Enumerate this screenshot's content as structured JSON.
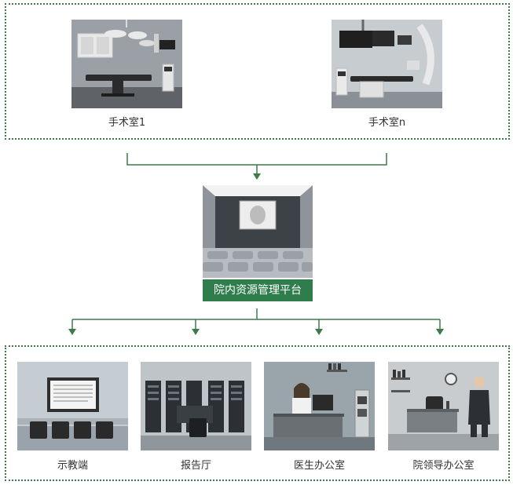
{
  "top_rooms": [
    {
      "label": "手术室1"
    },
    {
      "label": "手术室n"
    }
  ],
  "hub": {
    "label": "院内资源管理平台"
  },
  "bottom_rooms": [
    {
      "label": "示教端"
    },
    {
      "label": "报告厅"
    },
    {
      "label": "医生办公室"
    },
    {
      "label": "院领导办公室"
    }
  ],
  "colors": {
    "accent": "#2e7d4a",
    "line": "#3f7a4a"
  }
}
